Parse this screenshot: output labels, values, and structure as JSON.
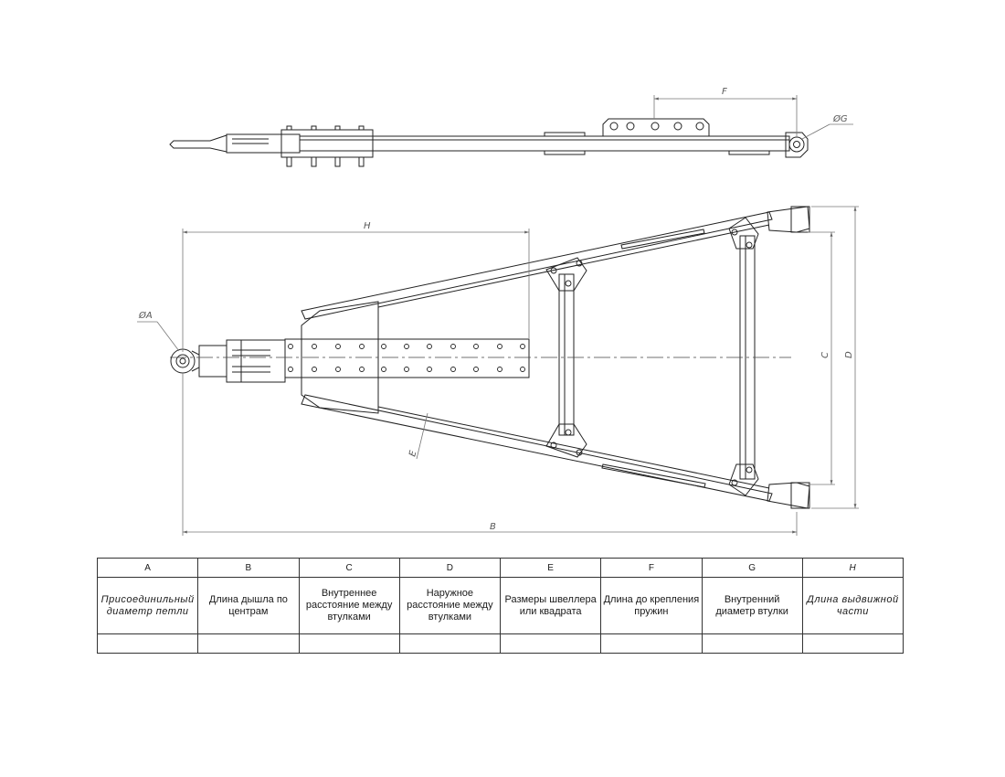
{
  "dimension_labels": {
    "A": "ØA",
    "B": "B",
    "C": "C",
    "D": "D",
    "E": "E",
    "F": "F",
    "G": "ØG",
    "H": "H"
  },
  "table": {
    "columns": [
      {
        "letter": "A",
        "description": "Присоединильный диаметр петли",
        "value": ""
      },
      {
        "letter": "B",
        "description": "Длина дышла по центрам",
        "value": ""
      },
      {
        "letter": "C",
        "description": "Внутреннее расстояние между втулками",
        "value": ""
      },
      {
        "letter": "D",
        "description": "Наружное расстояние между втулками",
        "value": ""
      },
      {
        "letter": "E",
        "description": "Размеры швеллера или квадрата",
        "value": ""
      },
      {
        "letter": "F",
        "description": "Длина до крепления пружин",
        "value": ""
      },
      {
        "letter": "G",
        "description": "Внутренний диаметр втулки",
        "value": ""
      },
      {
        "letter": "H",
        "description": "Длина выдвижной части",
        "value": ""
      }
    ]
  }
}
